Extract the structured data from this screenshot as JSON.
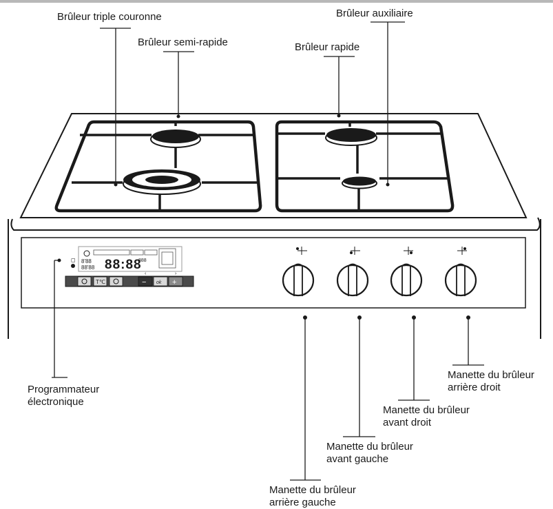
{
  "labels": {
    "triple_couronne": "Brûleur triple couronne",
    "semi_rapide": "Brûleur semi-rapide",
    "auxiliaire": "Brûleur auxiliaire",
    "rapide": "Brûleur rapide",
    "programmateur_1": "Programmateur",
    "programmateur_2": "électronique",
    "arriere_droit_1": "Manette du brûleur",
    "arriere_droit_2": "arrière droit",
    "avant_droit_1": "Manette du brûleur",
    "avant_droit_2": "avant droit",
    "avant_gauche_1": "Manette du brûleur",
    "avant_gauche_2": "avant gauche",
    "arriere_gauche_1": "Manette du brûleur",
    "arriere_gauche_2": "arrière gauche"
  },
  "programmer": {
    "clock_display": "88:88",
    "ok_label": "ok",
    "minus_label": "−",
    "plus_label": "+"
  },
  "icons": [
    "programmer-display",
    "power-button-icon",
    "temperature-button-icon",
    "clock-button-icon",
    "minus-button",
    "ok-button",
    "plus-button",
    "knob"
  ]
}
